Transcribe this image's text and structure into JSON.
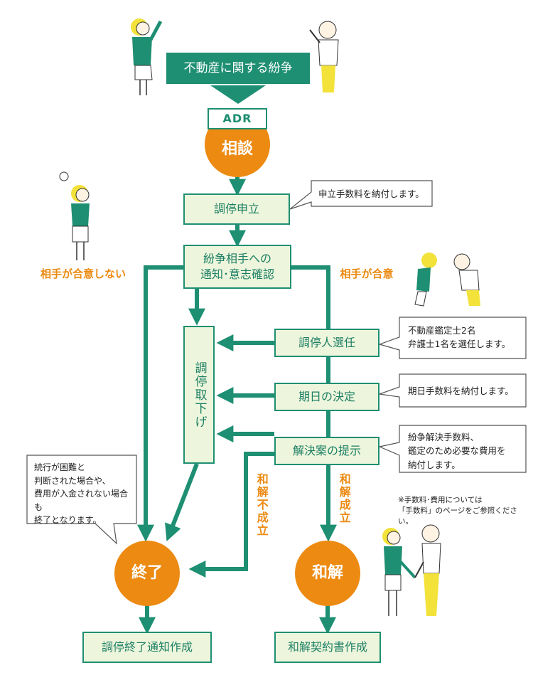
{
  "title": "不動産に関する紛争",
  "adr_label": "ADR",
  "consult": "相談",
  "apply": "調停申立",
  "apply_note": "申立手数料を納付します。",
  "confirm_line1": "紛争相手への",
  "confirm_line2": "通知･意志確認",
  "no_agree": "相手が合意しない",
  "agree": "相手が合意",
  "withdraw": "調停取下げ",
  "select": "調停人選任",
  "select_note_line1": "不動産鑑定士2名",
  "select_note_line2": "弁護士1名を選任します。",
  "date": "期日の決定",
  "date_note": "期日手数料を納付します。",
  "proposal": "解決案の提示",
  "proposal_note_line1": "紛争解決手数料、",
  "proposal_note_line2": "鑑定のため必要な費用を",
  "proposal_note_line3": "納付します。",
  "fee_note_line1": "※手数料･費用については",
  "fee_note_line2": "「手数料」のページをご参照ください。",
  "end_note_line1": "続行が困難と",
  "end_note_line2": "判断された場合や、",
  "end_note_line3": "費用が入金されない場合も",
  "end_note_line4": "終了となります。",
  "fail": "和解不成立",
  "success": "和解成立",
  "end": "終了",
  "settle": "和解",
  "end_doc": "調停終了通知作成",
  "settle_doc": "和解契約書作成",
  "colors": {
    "green": "#1e8f72",
    "orange": "#ec8a12",
    "box_fill": "#edf6dc",
    "yellow": "#f2e23a"
  }
}
